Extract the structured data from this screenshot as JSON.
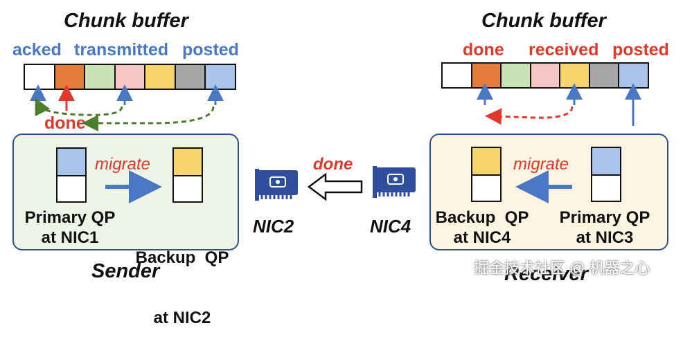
{
  "sender": {
    "title": "Chunk buffer",
    "labels": {
      "acked": "acked",
      "transmitted": "transmitted",
      "posted": "posted",
      "done": "done"
    },
    "cells": [
      "#ffffff",
      "#e57d3a",
      "#c9e2b6",
      "#f4c6c6",
      "#f7d56a",
      "#a6a6a6",
      "#a9c4e8"
    ],
    "panel": {
      "migrate": "migrate",
      "primary_qp": [
        "Primary QP",
        "at NIC1"
      ],
      "backup_qp": [
        "Backup  QP",
        "at NIC2"
      ],
      "primary_fill": "#a9c4e8",
      "backup_fill": "#f7d56a"
    },
    "footer": "Sender"
  },
  "receiver": {
    "title": "Chunk buffer",
    "labels": {
      "done": "done",
      "received": "received",
      "posted": "posted"
    },
    "cells": [
      "#ffffff",
      "#e57d3a",
      "#c9e2b6",
      "#f4c6c6",
      "#f7d56a",
      "#a6a6a6",
      "#a9c4e8"
    ],
    "panel": {
      "migrate": "migrate",
      "backup_qp": [
        "Backup  QP",
        "at NIC4"
      ],
      "primary_qp": [
        "Primary QP",
        "at NIC3"
      ],
      "backup_fill": "#f7d56a",
      "primary_fill": "#a9c4e8"
    },
    "footer": "Receiver"
  },
  "middle": {
    "nic_left": "NIC2",
    "nic_right": "NIC4",
    "done": "done"
  },
  "watermark": "掘金技术社区 @ 机器之心",
  "colors": {
    "blue_label": "#4a78c4",
    "red_label": "#e0382a",
    "sender_panel_bg": "#eef5e8",
    "receiver_panel_bg": "#fdf5e1",
    "panel_border": "#2f4f8a",
    "nic_card": "#2f4f9e"
  }
}
